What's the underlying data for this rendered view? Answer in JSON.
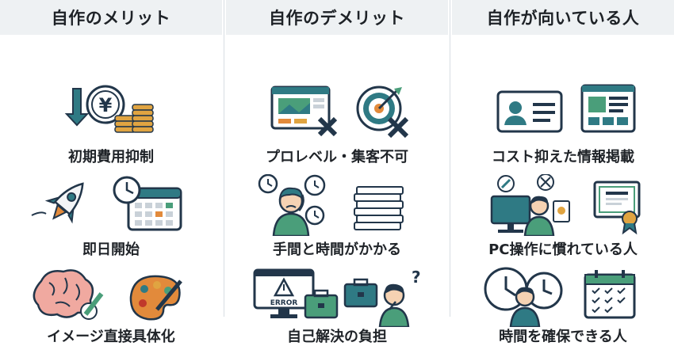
{
  "columns": [
    {
      "header": "自作のメリット",
      "items": [
        {
          "label": "初期費用抑制",
          "icon": "yen-coins-icon"
        },
        {
          "label": "即日開始",
          "icon": "rocket-calendar-icon"
        },
        {
          "label": "イメージ直接具体化",
          "icon": "brain-palette-icon"
        }
      ]
    },
    {
      "header": "自作のデメリット",
      "items": [
        {
          "label": "プロレベル・集客不可",
          "icon": "website-target-x-icon"
        },
        {
          "label": "手間と時間がかかる",
          "icon": "stressed-person-clocks-icon"
        },
        {
          "label": "自己解決の負担",
          "icon": "error-toolbox-person-icon"
        }
      ]
    },
    {
      "header": "自作が向いている人",
      "items": [
        {
          "label": "コスト抑えた情報掲載",
          "icon": "id-card-webpage-icon"
        },
        {
          "label": "PC操作に慣れている人",
          "icon": "pc-user-certificate-icon"
        },
        {
          "label": "時間を確保できる人",
          "icon": "clock-person-calendar-icon"
        }
      ]
    }
  ],
  "icon_text": {
    "yen": "¥",
    "error": "ERROR",
    "question": "?"
  },
  "colors": {
    "header_bg": "#eef1f3",
    "navy": "#22364a",
    "teal": "#2f7a84",
    "green": "#4a9e7a",
    "orange": "#e28a3b",
    "gold": "#e0a441",
    "divider": "#d7dde3"
  }
}
